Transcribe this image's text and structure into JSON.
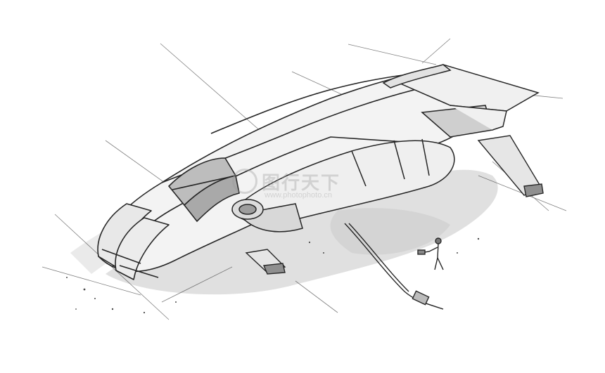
{
  "image": {
    "subject": "spaceship-sketch",
    "style": "ink-and-marker",
    "colors": {
      "ink": "#2a2a2a",
      "marker_shadow": "#c9c9c9",
      "marker_light": "#e2e2e2",
      "background": "#ffffff"
    }
  },
  "watermark": {
    "text": "图行天下",
    "sub": "www.photophoto.cn"
  }
}
